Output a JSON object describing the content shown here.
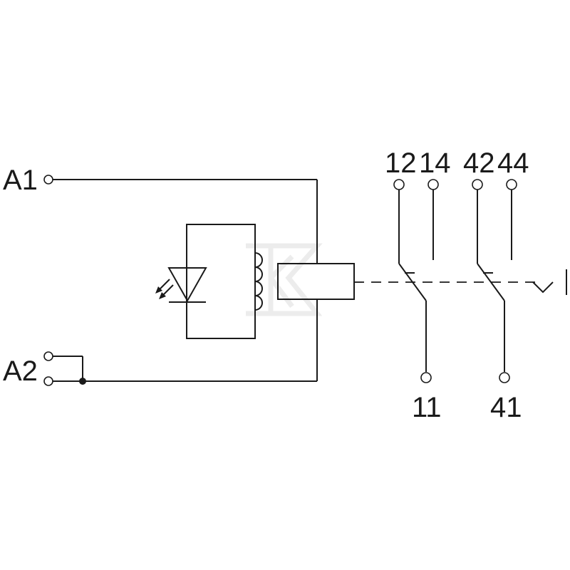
{
  "terminals": {
    "a1": "A1",
    "a2": "A2",
    "c12": "12",
    "c14": "14",
    "c42": "42",
    "c44": "44",
    "c11": "11",
    "c41": "41"
  },
  "colors": {
    "line": "#1a1a1a",
    "background": "#ffffff",
    "watermark": "#ececec"
  },
  "icons": [
    "led-diode-icon",
    "relay-coil-icon",
    "watermark-logo-icon"
  ]
}
